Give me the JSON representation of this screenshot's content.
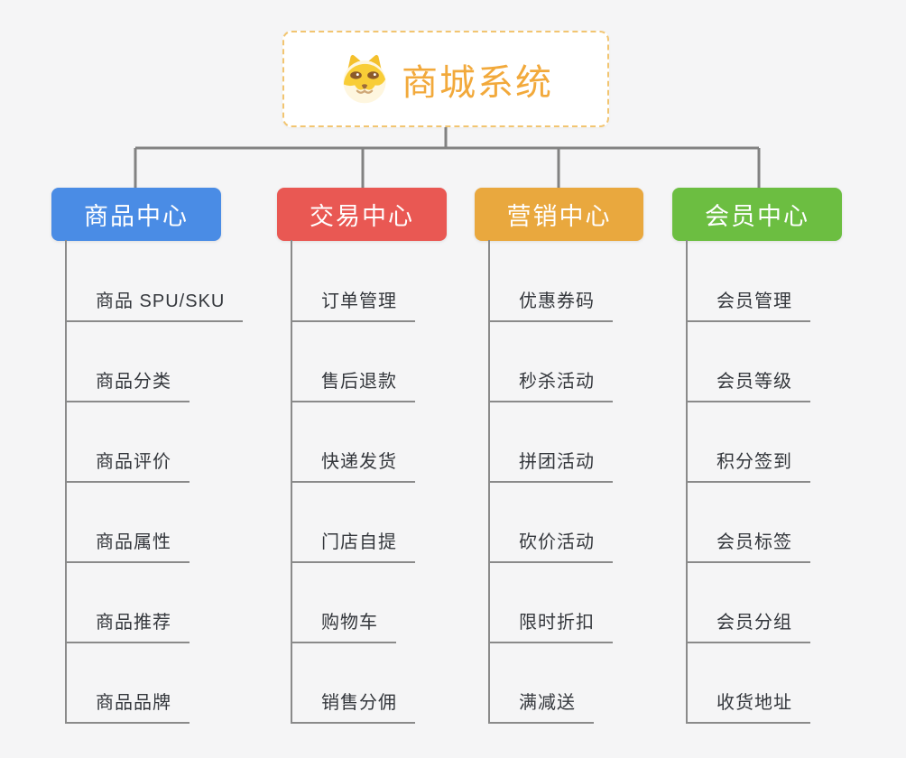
{
  "root": {
    "title": "商城系统",
    "icon": "dog-face-icon",
    "text_color": "#f2a93b",
    "border_color": "#f2c571"
  },
  "connector_color": "#828282",
  "leaf_style": {
    "text_color": "#34373c",
    "underline_color": "#8a8a8a"
  },
  "branches": [
    {
      "label": "商品中心",
      "color": "#4a8ce5",
      "children": [
        "商品 SPU/SKU",
        "商品分类",
        "商品评价",
        "商品属性",
        "商品推荐",
        "商品品牌"
      ]
    },
    {
      "label": "交易中心",
      "color": "#e95853",
      "children": [
        "订单管理",
        "售后退款",
        "快递发货",
        "门店自提",
        "购物车",
        "销售分佣"
      ]
    },
    {
      "label": "营销中心",
      "color": "#e9a83e",
      "children": [
        "优惠券码",
        "秒杀活动",
        "拼团活动",
        "砍价活动",
        "限时折扣",
        "满减送"
      ]
    },
    {
      "label": "会员中心",
      "color": "#6cbe41",
      "children": [
        "会员管理",
        "会员等级",
        "积分签到",
        "会员标签",
        "会员分组",
        "收货地址"
      ]
    }
  ]
}
